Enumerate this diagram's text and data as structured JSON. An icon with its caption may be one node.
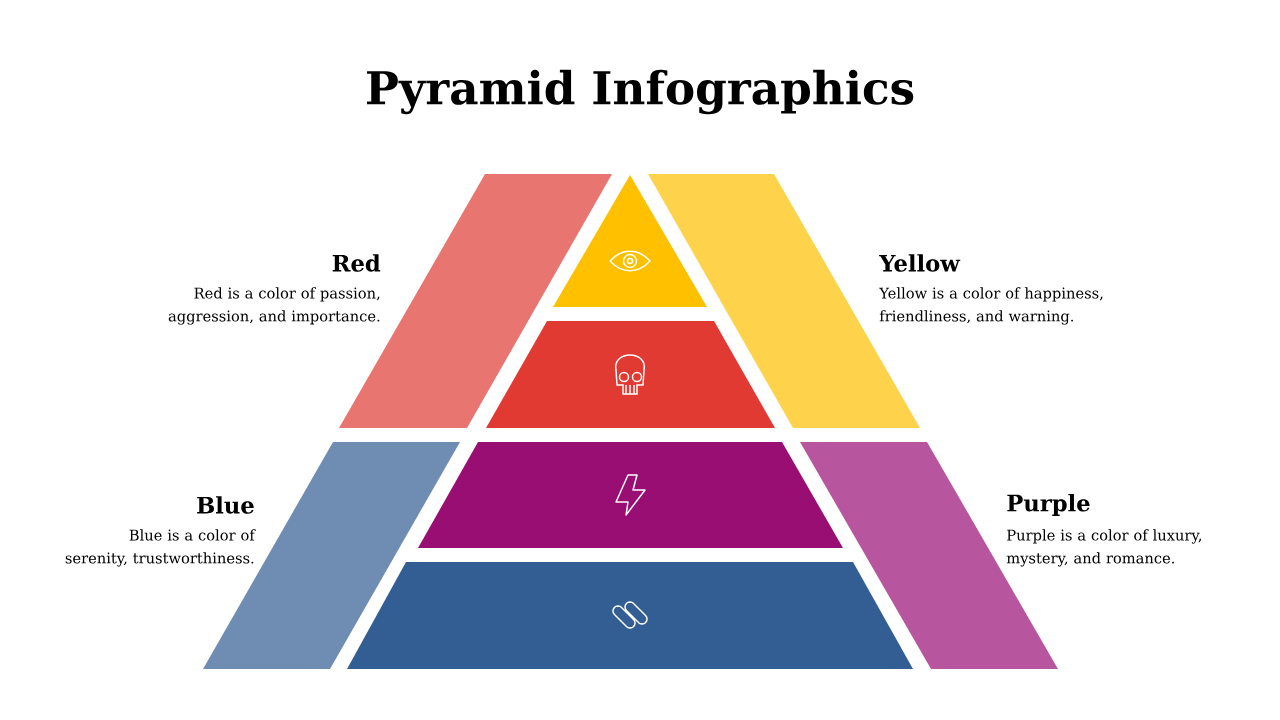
{
  "diagram": {
    "title": "Pyramid Infographics",
    "labels": [
      "Red",
      "Red is a color of passion, aggression, and importance.",
      "Yellow",
      "Yellow is a color of happiness, friendliness, and warning.",
      "Blue",
      "Blue is a color of serenity, trustworthiness.",
      "Purple",
      "Purple is a color of luxury, mystery, and romance."
    ]
  }
}
